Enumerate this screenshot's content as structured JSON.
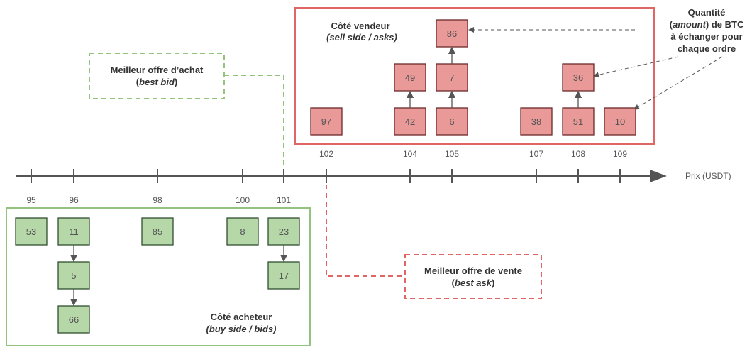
{
  "colors": {
    "ask_fill": "#ea9999",
    "ask_stroke": "#6b2a2a",
    "bid_fill": "#b6d7a8",
    "bid_stroke": "#2f4f2f",
    "ask_frame": "#e06666",
    "bid_frame": "#93c47d",
    "axis": "#555555",
    "arrow": "#555555"
  },
  "axis": {
    "label": "Prix (USDT)",
    "ask_ticks": [
      "102",
      "104",
      "105",
      "107",
      "108",
      "109"
    ],
    "bid_ticks": [
      "95",
      "96",
      "98",
      "100",
      "101"
    ]
  },
  "sell_side": {
    "title": "Côté vendeur",
    "subtitle": "(sell side / asks)",
    "orders": {
      "p102": [
        "97"
      ],
      "p104": [
        "42",
        "49"
      ],
      "p105": [
        "6",
        "7",
        "86"
      ],
      "p107": [
        "38"
      ],
      "p108": [
        "51",
        "36"
      ],
      "p109": [
        "10"
      ]
    }
  },
  "buy_side": {
    "title": "Côté acheteur",
    "subtitle_italic": "buy side / bids",
    "orders": {
      "p95": [
        "53"
      ],
      "p96": [
        "11",
        "5",
        "66"
      ],
      "p98": [
        "85"
      ],
      "p100": [
        "8"
      ],
      "p101": [
        "23",
        "17"
      ]
    }
  },
  "best_bid": {
    "title": "Meilleur offre d’achat",
    "subtitle_italic": "best bid"
  },
  "best_ask": {
    "title": "Meilleur offre de vente",
    "subtitle_italic": "best ask"
  },
  "amount_note": {
    "line1": "Quantité",
    "line2_italic": "amount",
    "line2_rest": ") de BTC",
    "line3": "à échanger pour",
    "line4": "chaque ordre"
  }
}
